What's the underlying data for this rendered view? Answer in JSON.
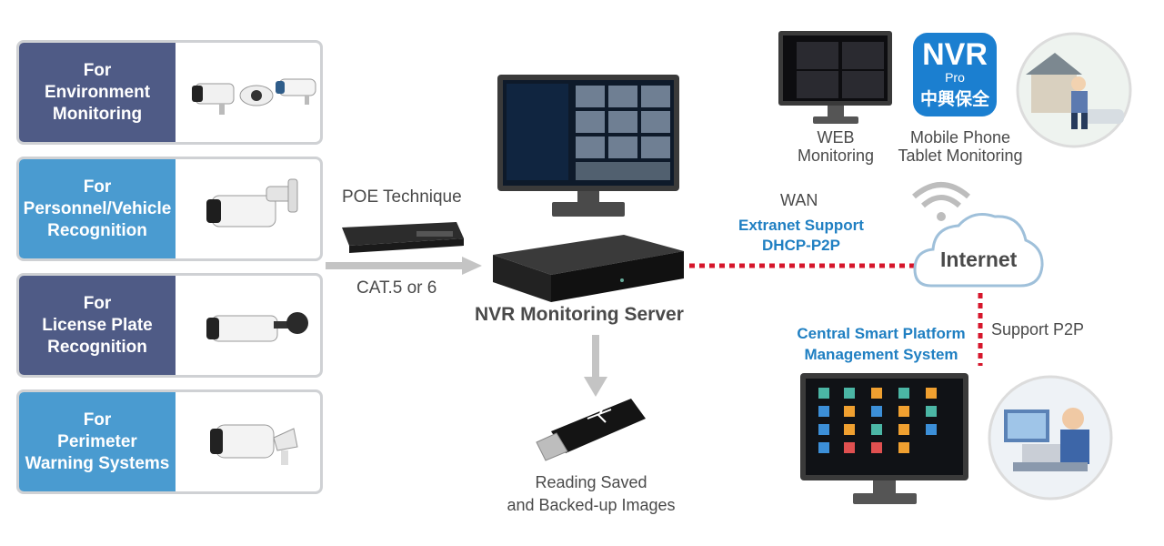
{
  "cards": [
    {
      "label": "For\nEnvironment\nMonitoring",
      "style": "dark"
    },
    {
      "label": "For\nPersonnel/Vehicle\nRecognition",
      "style": "light"
    },
    {
      "label": "For\nLicense Plate\nRecognition",
      "style": "dark"
    },
    {
      "label": "For\nPerimeter\nWarning Systems",
      "style": "light"
    }
  ],
  "poe_label": "POE Technique",
  "cable_label": "CAT.5 or 6",
  "nvr_label": "NVR Monitoring Server",
  "usb_label": "Reading Saved\nand Backed-up Images",
  "web_label": "WEB\nMonitoring",
  "mobile_label": "Mobile Phone\nTablet Monitoring",
  "app_icon": {
    "line1": "NVR",
    "line2": "Pro",
    "line3": "中興保全"
  },
  "wan_label": "WAN",
  "extranet_label": "Extranet Support\nDHCP-P2P",
  "internet_label": "Internet",
  "p2p_label": "Support P2P",
  "cms_label": "Central Smart Platform\nManagement System",
  "colors": {
    "dark_card": "#4f5b86",
    "light_card": "#4a9bd0",
    "accent_blue": "#1f7fc2",
    "link_red": "#d6162b"
  }
}
